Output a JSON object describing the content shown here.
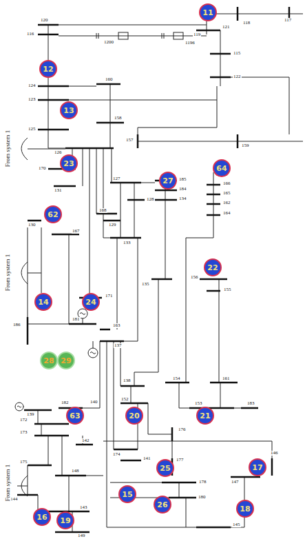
{
  "diagram": {
    "nodes": [
      {
        "text": [
          "11"
        ]
      },
      {
        "text": [
          "12"
        ]
      },
      {
        "text": [
          "13"
        ]
      },
      {
        "text": [
          "23"
        ]
      },
      {
        "text": [
          "64"
        ]
      },
      {
        "text": [
          "27"
        ]
      },
      {
        "text": [
          "62"
        ]
      },
      {
        "text": [
          "22"
        ]
      },
      {
        "text": [
          "14"
        ]
      },
      {
        "text": [
          "24"
        ]
      },
      {
        "text": [
          "28"
        ]
      },
      {
        "text": [
          "29"
        ]
      },
      {
        "text": [
          "63"
        ]
      },
      {
        "text": [
          "20"
        ]
      },
      {
        "text": [
          "21"
        ]
      },
      {
        "text": [
          "25"
        ]
      },
      {
        "text": [
          "17"
        ]
      },
      {
        "text": [
          "15"
        ]
      },
      {
        "text": [
          "26"
        ]
      },
      {
        "text": [
          "18"
        ]
      },
      {
        "text": [
          "16"
        ]
      },
      {
        "text": [
          "19"
        ]
      }
    ],
    "labels": [
      "117",
      "118",
      "119",
      "120",
      "121",
      "116",
      "1200",
      "1196",
      "115",
      "124",
      "160",
      "122",
      "123",
      "158",
      "125",
      "157",
      "159",
      "126",
      "170",
      "131",
      "127",
      "185",
      "184",
      "134",
      "166",
      "165",
      "162",
      "164",
      "128",
      "168",
      "129",
      "130",
      "167",
      "133",
      "171",
      "135",
      "156",
      "155",
      "186",
      "181",
      "163",
      "137",
      "138",
      "154",
      "161",
      "152",
      "153",
      "183",
      "139",
      "182",
      "140",
      "172",
      "173",
      "176",
      "174",
      "141",
      "146",
      "177",
      "147",
      "175",
      "148",
      "142",
      "144",
      "178",
      "143",
      "149",
      "180",
      "145",
      "From system 1",
      "From system 1",
      "From system 1"
    ]
  }
}
